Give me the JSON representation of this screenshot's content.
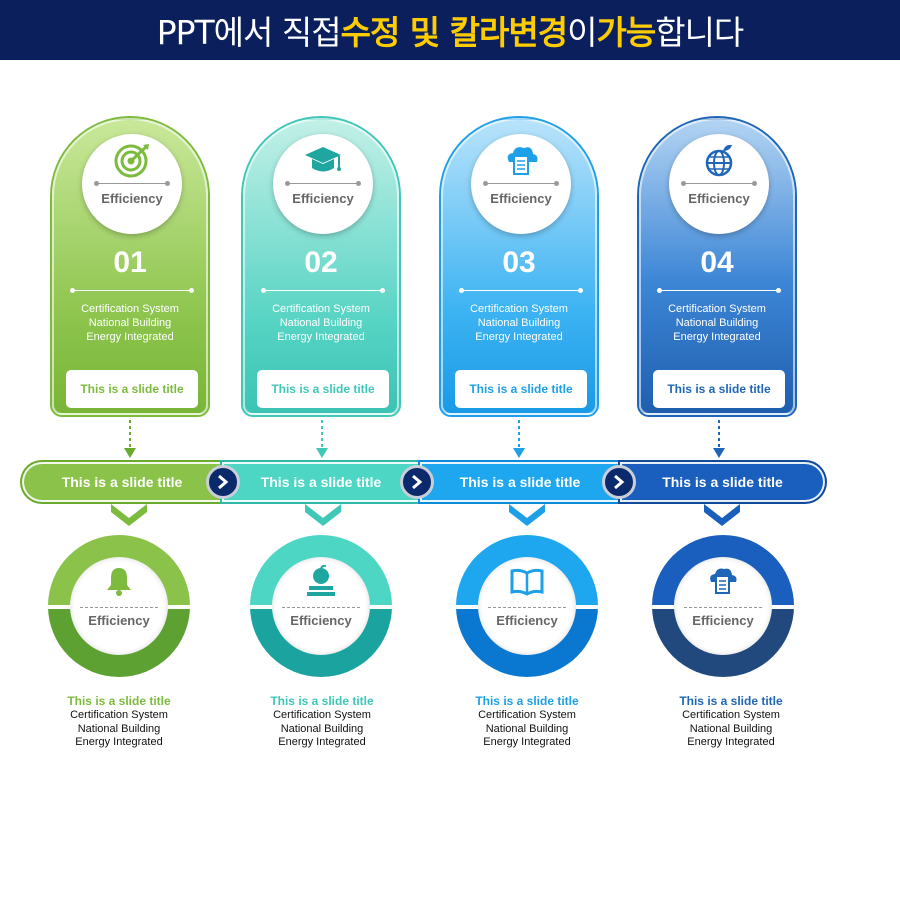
{
  "banner": {
    "part1": "PPT에서 직접 ",
    "part2": "수정 및 칼라변경",
    "part3": "이 ",
    "part4": "가능",
    "part5": "합니다"
  },
  "colors": {
    "c1": "#8bc34a",
    "c1b": "#6aab2e",
    "c2": "#4dd6c4",
    "c2b": "#1fa6a0",
    "c3": "#1ea7ef",
    "c3b": "#0a7fd8",
    "c4": "#1f6fc8",
    "c4b": "#1a4c8c"
  },
  "cards": [
    {
      "icon": "target-icon",
      "label": "Efficiency",
      "number": "01",
      "desc1": "Certification System",
      "desc2": "National Building",
      "desc3": "Energy Integrated",
      "title": "This is a slide title"
    },
    {
      "icon": "graduation-cap-icon",
      "label": "Efficiency",
      "number": "02",
      "desc1": "Certification System",
      "desc2": "National Building",
      "desc3": "Energy Integrated",
      "title": "This is a slide title"
    },
    {
      "icon": "cloud-document-icon",
      "label": "Efficiency",
      "number": "03",
      "desc1": "Certification System",
      "desc2": "National Building",
      "desc3": "Energy Integrated",
      "title": "This is a slide title"
    },
    {
      "icon": "globe-leaf-icon",
      "label": "Efficiency",
      "number": "04",
      "desc1": "Certification System",
      "desc2": "National Building",
      "desc3": "Energy Integrated",
      "title": "This is a slide title"
    }
  ],
  "band": {
    "labels": [
      "This is a slide title",
      "This is a slide title",
      "This is a slide title",
      "This is a slide title"
    ]
  },
  "rings": [
    {
      "icon": "bell-icon",
      "label": "Efficiency",
      "title": "This is a slide title",
      "desc1": "Certification System",
      "desc2": "National Building",
      "desc3": "Energy Integrated"
    },
    {
      "icon": "apple-books-icon",
      "label": "Efficiency",
      "title": "This is a slide title",
      "desc1": "Certification System",
      "desc2": "National Building",
      "desc3": "Energy Integrated"
    },
    {
      "icon": "open-book-icon",
      "label": "Efficiency",
      "title": "This is a slide title",
      "desc1": "Certification System",
      "desc2": "National Building",
      "desc3": "Energy Integrated"
    },
    {
      "icon": "cloud-document-icon",
      "label": "Efficiency",
      "title": "This is a slide title",
      "desc1": "Certification System",
      "desc2": "National Building",
      "desc3": "Energy Integrated"
    }
  ]
}
